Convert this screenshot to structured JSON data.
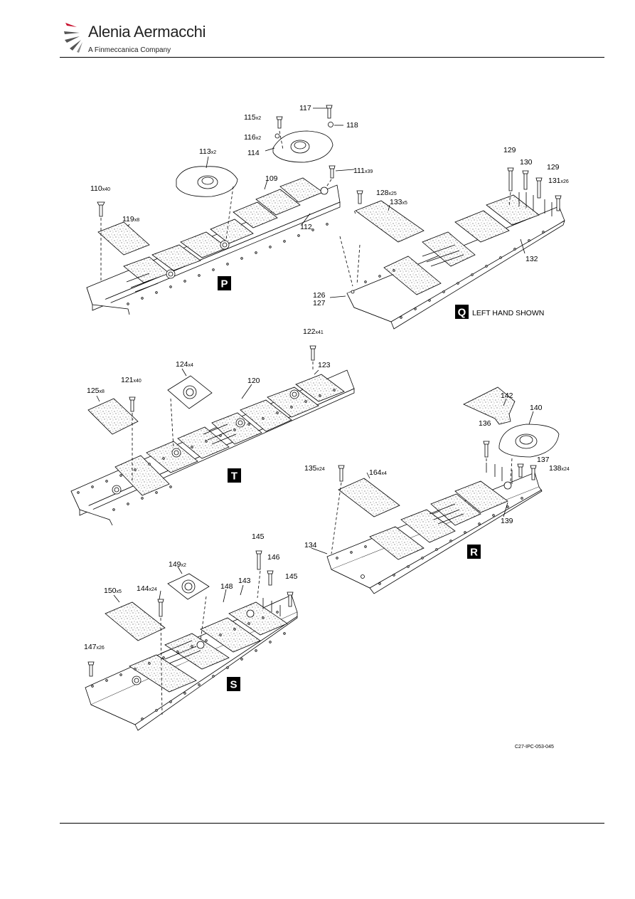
{
  "header": {
    "company_name": "Alenia Aermacchi",
    "company_sub": "A Finmeccanica Company"
  },
  "views": {
    "P": "P",
    "Q": "Q",
    "R": "R",
    "S": "S",
    "T": "T",
    "q_note": "LEFT HAND SHOWN"
  },
  "callouts": {
    "c109": "109",
    "c110": "110",
    "q110": "x40",
    "c111": "111",
    "q111": "x39",
    "c112": "112",
    "c113": "113",
    "q113": "x2",
    "c114": "114",
    "c115": "115",
    "q115": "x2",
    "c116": "116",
    "q116": "x2",
    "c117": "117",
    "c118": "118",
    "c119": "119",
    "q119": "x8",
    "c120": "120",
    "c121": "121",
    "q121": "x40",
    "c122": "122",
    "q122": "x41",
    "c123": "123",
    "c124": "124",
    "q124": "x4",
    "c125": "125",
    "q125": "x8",
    "c126": "126",
    "c127": "127",
    "c128": "128",
    "q128": "x25",
    "c129a": "129",
    "c129b": "129",
    "c130": "130",
    "c131": "131",
    "q131": "x26",
    "c132": "132",
    "c133": "133",
    "q133": "x5",
    "c134": "134",
    "c135": "135",
    "q135": "x24",
    "c136": "136",
    "c137": "137",
    "c138": "138",
    "q138": "x24",
    "c139": "139",
    "c140": "140",
    "c142": "142",
    "c143": "143",
    "c144": "144",
    "q144": "x24",
    "c145a": "145",
    "c145b": "145",
    "c146": "146",
    "c147": "147",
    "q147": "x26",
    "c148": "148",
    "c149": "149",
    "q149": "x2",
    "c150": "150",
    "q150": "x5",
    "c164": "164",
    "q164": "x4"
  },
  "footer": {
    "figure_ref": "C27-IPC-053-045"
  },
  "icons": {
    "logo": "alenia-swoosh-logo"
  },
  "colors": {
    "line": "#000000",
    "panel_fill": "#ffffff",
    "label_bg": "#000000"
  }
}
